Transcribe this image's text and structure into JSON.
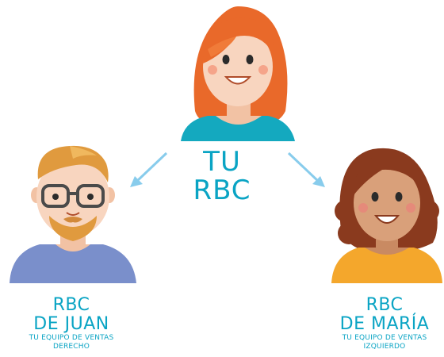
{
  "colors": {
    "accent": "#0aa4c4",
    "arrow": "#88ccec"
  },
  "top_person": {
    "label_line1": "TU",
    "label_line2": "RBC"
  },
  "left_person": {
    "label_line1": "RBC",
    "label_line2": "DE JUAN",
    "sub_line1": "TU EQUIPO DE VENTAS",
    "sub_line2": "DERECHO"
  },
  "right_person": {
    "label_line1": "RBC",
    "label_line2": "DE MARÍA",
    "sub_line1": "TU EQUIPO DE VENTAS",
    "sub_line2": "IZQUIERDO"
  }
}
